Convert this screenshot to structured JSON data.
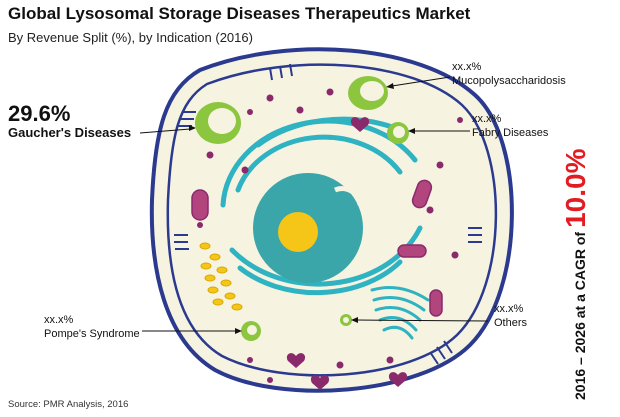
{
  "chart_data": {
    "type": "infographic",
    "title": "Global Lysosomal Storage Diseases Therapeutics Market",
    "subtitle": "By Revenue Split (%), by Indication (2016)",
    "categories": [
      "Gaucher's Diseases",
      "Mucopolysaccharidosis",
      "Fabry Diseases",
      "Pompe's Syndrome",
      "Others"
    ],
    "values": [
      29.6,
      null,
      null,
      null,
      null
    ],
    "value_labels": [
      "29.6%",
      "xx.x%",
      "xx.x%",
      "xx.x%",
      "xx.x%"
    ],
    "cagr": {
      "label": "2016 – 2026 at a CAGR of",
      "value": "10.0%"
    },
    "source": "Source: PMR Analysis, 2016"
  },
  "colors": {
    "membrane": "#2b3a8f",
    "cell_fill": "#f6f3e1",
    "organelle_green": "#8cc63f",
    "teal": "#2fb3c2",
    "nucleus": "#3aa6a9",
    "nucleolus": "#f5c518",
    "purple": "#8a2a6b",
    "mito_fill": "#b2457e",
    "accent_red": "#e31b23"
  }
}
